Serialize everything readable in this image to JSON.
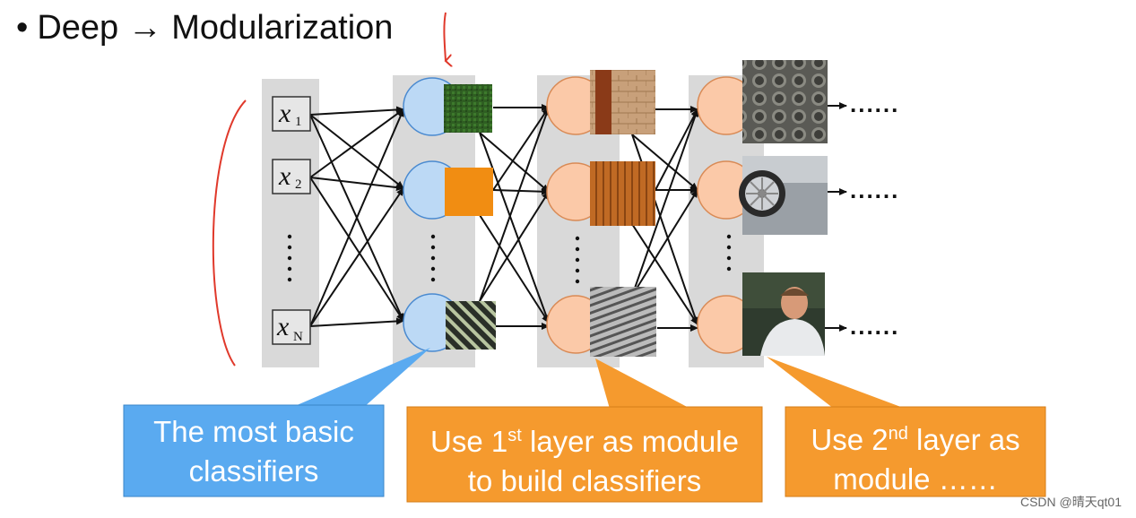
{
  "title": {
    "bullet": "•",
    "text": "Deep → Modularization"
  },
  "inputs": {
    "x1_main": "x",
    "x1_sub": "1",
    "x2_main": "x",
    "x2_sub": "2",
    "xn_main": "x",
    "xn_sub": "N",
    "dots": "⋮"
  },
  "outputs": {
    "dots": "......"
  },
  "callouts": [
    {
      "line1": "The most basic",
      "line2": "classifiers",
      "color": "#5aaaf0"
    },
    {
      "line1_pre": "Use 1",
      "line1_sup": "st",
      "line1_post": " layer as module",
      "line2": "to build classifiers",
      "color": "#f59a2e"
    },
    {
      "line1_pre": "Use 2",
      "line1_sup": "nd",
      "line1_post": " layer as",
      "line2": "module ……",
      "color": "#f59a2e"
    }
  ],
  "watermark": "CSDN @晴天qt01",
  "colors": {
    "blue_node": "#bcd9f5",
    "orange_node": "#fbc9a8",
    "column": "#d9d9d9",
    "red_mark": "#e0392b"
  }
}
